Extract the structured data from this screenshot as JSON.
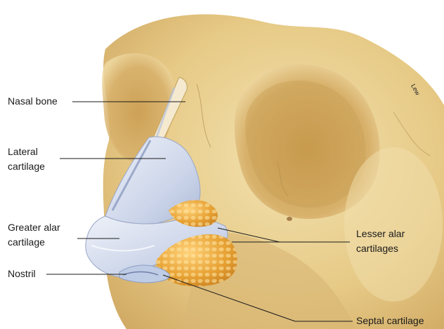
{
  "labels": {
    "nasal_bone": "Nasal bone",
    "lateral_cartilage_line1": "Lateral",
    "lateral_cartilage_line2": "cartilage",
    "greater_alar_line1": "Greater alar",
    "greater_alar_line2": "cartilage",
    "nostril": "Nostril",
    "lesser_alar_line1": "Lesser alar",
    "lesser_alar_line2": "cartilages",
    "septal_cartilage": "Septal cartilage"
  },
  "artist_signature": "Lew",
  "colors": {
    "bone": "#e8cf8a",
    "bone_shadow": "#c9a45a",
    "bone_highlight": "#f6e8c2",
    "cartilage": "#c9d3e6",
    "cartilage_highlight": "#eef1f8",
    "alar_fat": "#e8a83a",
    "leader_line": "#1a1a1a"
  }
}
